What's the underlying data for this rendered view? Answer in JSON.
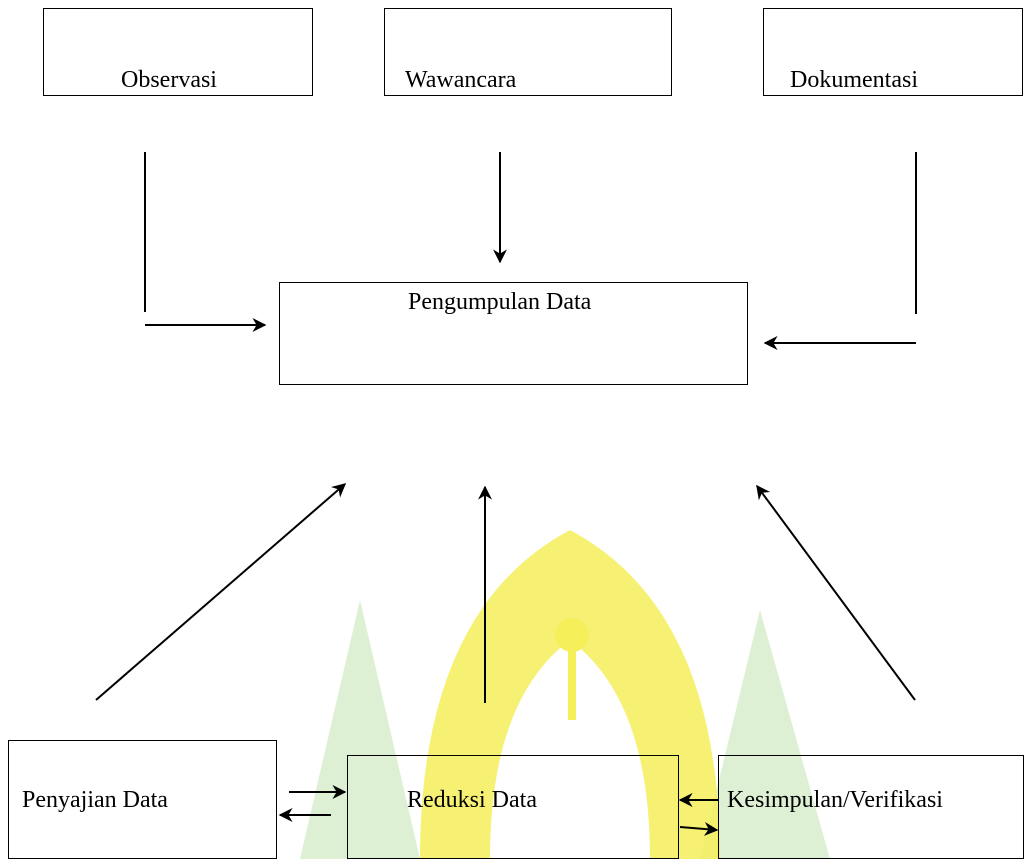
{
  "diagram": {
    "nodes": {
      "observasi": "Observasi",
      "wawancara": "Wawancara",
      "dokumentasi": "Dokumentasi",
      "pengumpulan": "Pengumpulan Data",
      "penyajian": "Penyajian Data",
      "reduksi": "Reduksi Data",
      "kesimpulan": "Kesimpulan/Verifikasi"
    },
    "edges": [
      {
        "from": "observasi",
        "to": "pengumpulan"
      },
      {
        "from": "wawancara",
        "to": "pengumpulan"
      },
      {
        "from": "dokumentasi",
        "to": "pengumpulan"
      },
      {
        "from": "penyajian",
        "to": "pengumpulan"
      },
      {
        "from": "reduksi",
        "to": "pengumpulan"
      },
      {
        "from": "kesimpulan",
        "to": "pengumpulan"
      },
      {
        "from": "penyajian",
        "to": "reduksi"
      },
      {
        "from": "reduksi",
        "to": "penyajian"
      },
      {
        "from": "reduksi",
        "to": "kesimpulan"
      },
      {
        "from": "kesimpulan",
        "to": "reduksi"
      }
    ],
    "watermark_color": "#f5ef5a",
    "watermark_accent": "#d6ecc9"
  }
}
